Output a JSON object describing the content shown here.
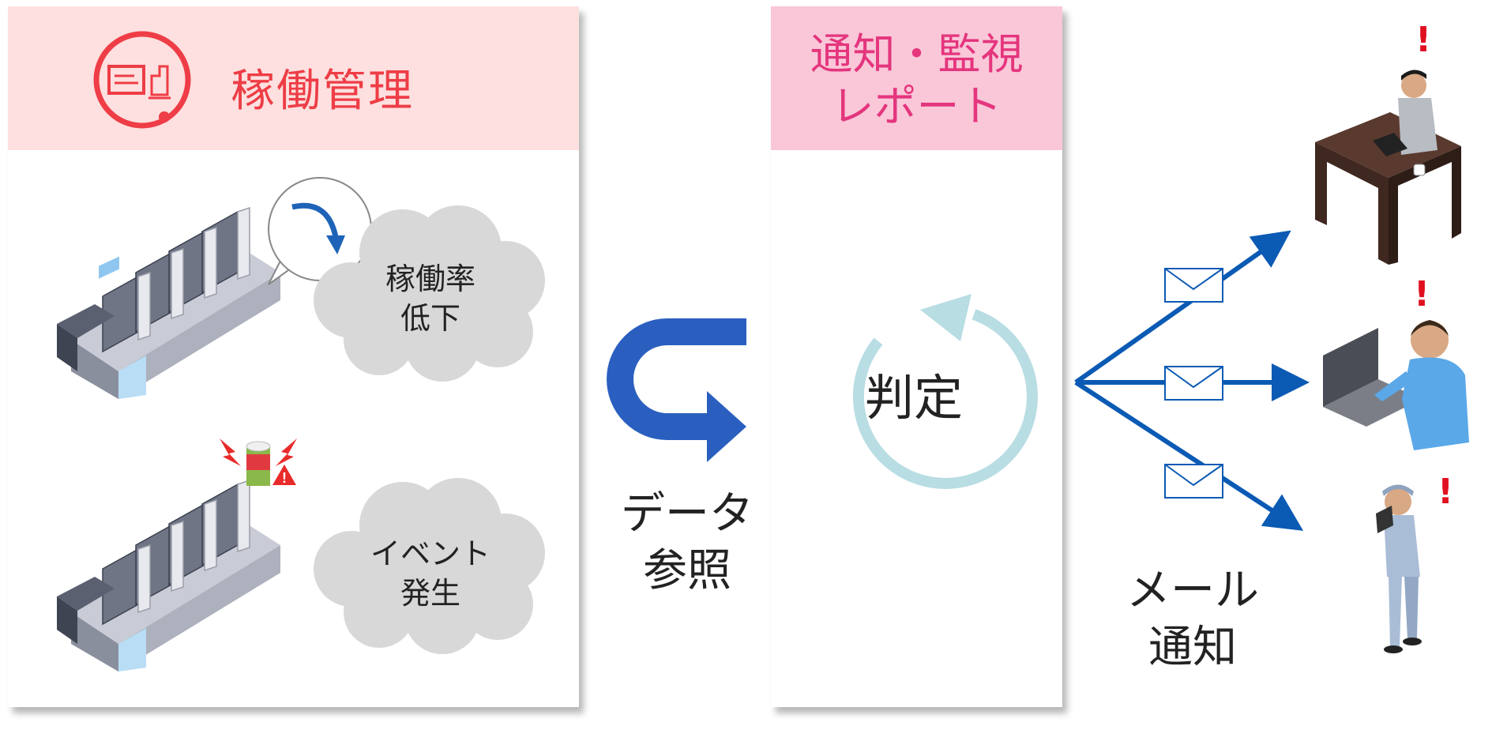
{
  "operations_panel": {
    "title": "稼働管理",
    "clouds": [
      {
        "text": "稼働率\n低下"
      },
      {
        "text": "イベント\n発生"
      }
    ]
  },
  "transfer": {
    "label": "データ\n参照"
  },
  "notify_panel": {
    "title": "通知・監視\nレポート",
    "judge_label": "判定"
  },
  "mail": {
    "label": "メール\n通知"
  },
  "alerts": {
    "mark": "!"
  },
  "colors": {
    "ops_header": "#fde0df",
    "ops_title": "#ee3d46",
    "notify_header": "#f9c7d8",
    "notify_title": "#e4357d",
    "arrow_blue": "#2a5fbf",
    "mail_blue": "#0b5ab4",
    "cycle": "#b8dde3",
    "cloud": "#d8d8d8"
  },
  "icons": [
    "monitor-line-icon",
    "speech-bubble-icon",
    "curved-arrow-icon",
    "printing-press-icon",
    "warning-light-icon",
    "cycle-arrow-icon",
    "envelope-icon",
    "office-worker-icon",
    "laptop-user-icon",
    "field-worker-icon"
  ]
}
